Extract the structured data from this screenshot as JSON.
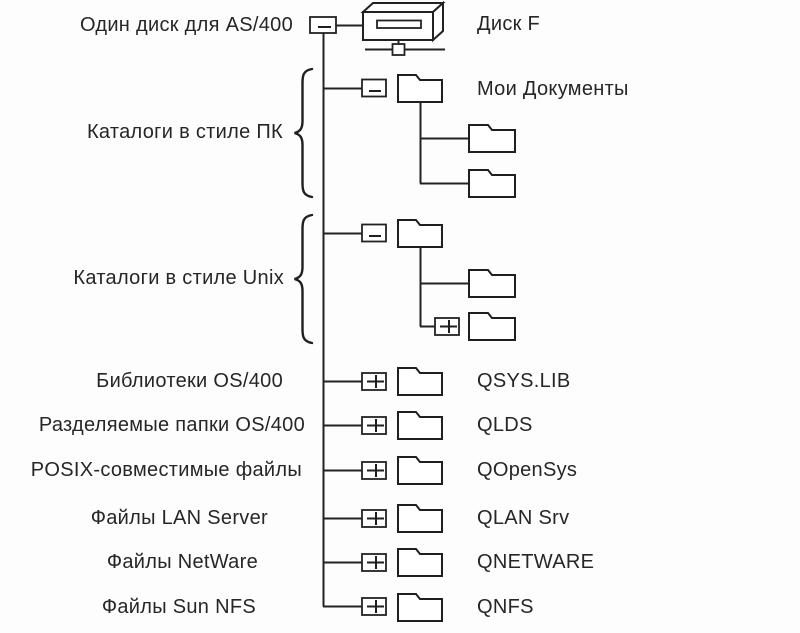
{
  "colors": {
    "ink": "#262626",
    "background": "#fdfdfd"
  },
  "tree": {
    "disk_row": {
      "left_label": "Один диск для AS/400",
      "expander": "minus",
      "node_label": "Диск F"
    },
    "pc_group": {
      "brace_label": "Каталоги в стиле ПК",
      "expander": "minus",
      "node_label": "Мои Документы",
      "subfolders": [
        {
          "expander": "none",
          "node_label": ""
        },
        {
          "expander": "none",
          "node_label": ""
        }
      ]
    },
    "unix_group": {
      "brace_label": "Каталоги в стиле Unix",
      "expander": "minus",
      "node_label": "",
      "subfolders": [
        {
          "expander": "none",
          "node_label": ""
        },
        {
          "expander": "plus",
          "node_label": ""
        }
      ]
    },
    "rows": [
      {
        "left_label": "Библиотеки OS/400",
        "expander": "plus",
        "node_label": "QSYS.LIB"
      },
      {
        "left_label": "Разделяемые папки OS/400",
        "expander": "plus",
        "node_label": "QLDS"
      },
      {
        "left_label": "POSIX-совместимые файлы",
        "expander": "plus",
        "node_label": "QOpenSys"
      },
      {
        "left_label": "Файлы LAN Server",
        "expander": "plus",
        "node_label": "QLAN Srv"
      },
      {
        "left_label": "Файлы NetWare",
        "expander": "plus",
        "node_label": "QNETWARE"
      },
      {
        "left_label": "Файлы Sun NFS",
        "expander": "plus",
        "node_label": "QNFS"
      }
    ]
  }
}
